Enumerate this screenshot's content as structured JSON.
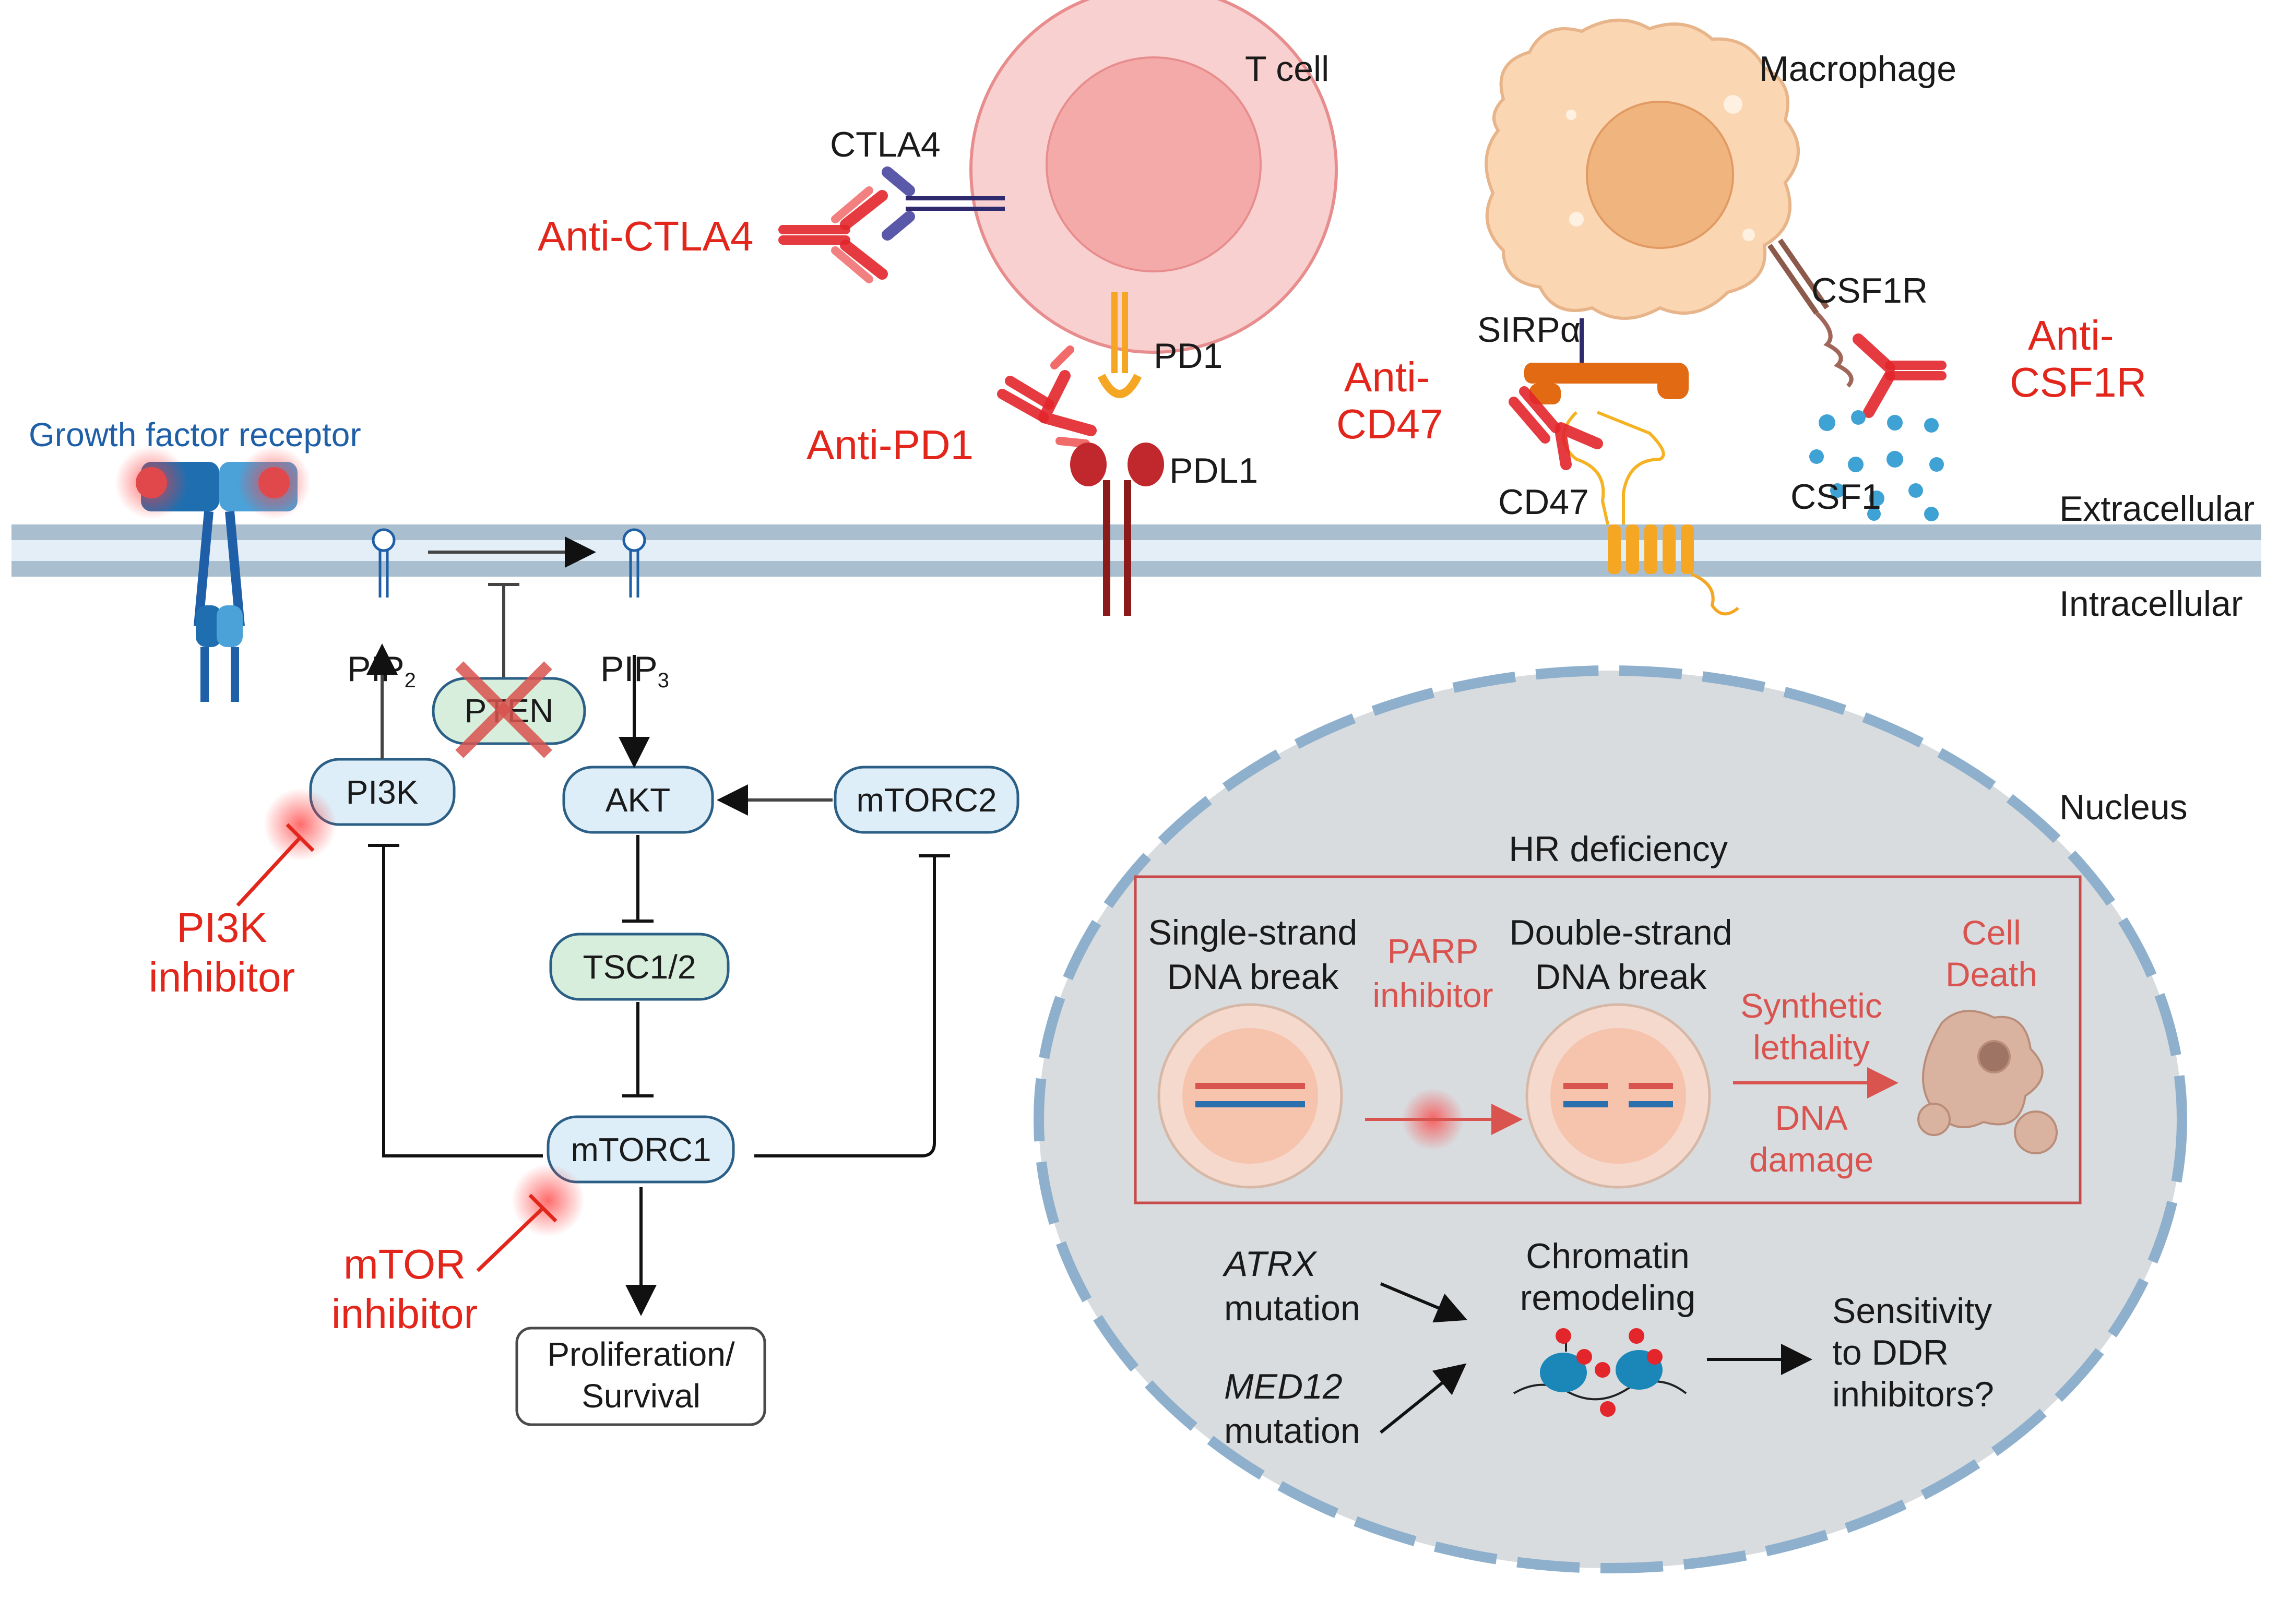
{
  "cells": {
    "t_cell": "T cell",
    "macrophage": "Macrophage"
  },
  "membrane": {
    "extracellular": "Extracellular",
    "intracellular": "Intracellular"
  },
  "receptors": {
    "growth_factor": "Growth factor receptor",
    "ctla4": "CTLA4",
    "pd1": "PD1",
    "pdl1": "PDL1",
    "sirpa": "SIRPα",
    "cd47": "CD47",
    "csf1r": "CSF1R",
    "csf1": "CSF1"
  },
  "antibodies": {
    "anti_ctla4": "Anti-CTLA4",
    "anti_pd1": "Anti-PD1",
    "anti_cd47_line1": "Anti-",
    "anti_cd47_line2": "CD47",
    "anti_csf1r_line1": "Anti-",
    "anti_csf1r_line2": "CSF1R"
  },
  "pathway": {
    "pip2": "PIP",
    "pip2_sub": "2",
    "pip3": "PIP",
    "pip3_sub": "3",
    "pten": "PTEN",
    "pi3k": "PI3K",
    "akt": "AKT",
    "mtorc2": "mTORC2",
    "tsc": "TSC1/2",
    "mtorc1": "mTORC1",
    "outcome_line1": "Proliferation/",
    "outcome_line2": "Survival"
  },
  "inhibitors": {
    "pi3k_line1": "PI3K",
    "pi3k_line2": "inhibitor",
    "mtor_line1": "mTOR",
    "mtor_line2": "inhibitor"
  },
  "nucleus": {
    "label": "Nucleus",
    "hr_title": "HR deficiency",
    "ss_line1": "Single-strand",
    "ss_line2": "DNA break",
    "parp_line1": "PARP",
    "parp_line2": "inhibitor",
    "ds_line1": "Double-strand",
    "ds_line2": "DNA break",
    "synth_line1": "Synthetic",
    "synth_line2": "lethality",
    "dna_line1": "DNA",
    "dna_line2": "damage",
    "death_line1": "Cell",
    "death_line2": "Death",
    "atrx": "ATRX",
    "atrx_mut": "mutation",
    "med12": "MED12",
    "med12_mut": "mutation",
    "chromatin_line1": "Chromatin",
    "chromatin_line2": "remodeling",
    "sens_line1": "Sensitivity",
    "sens_line2": "to DDR",
    "sens_line3": "inhibitors?"
  },
  "colors": {
    "accent_red": "#e3261c",
    "membrane": "#a9bfcf",
    "node_blue": "#ddeef8",
    "node_green": "#d7eedc"
  }
}
